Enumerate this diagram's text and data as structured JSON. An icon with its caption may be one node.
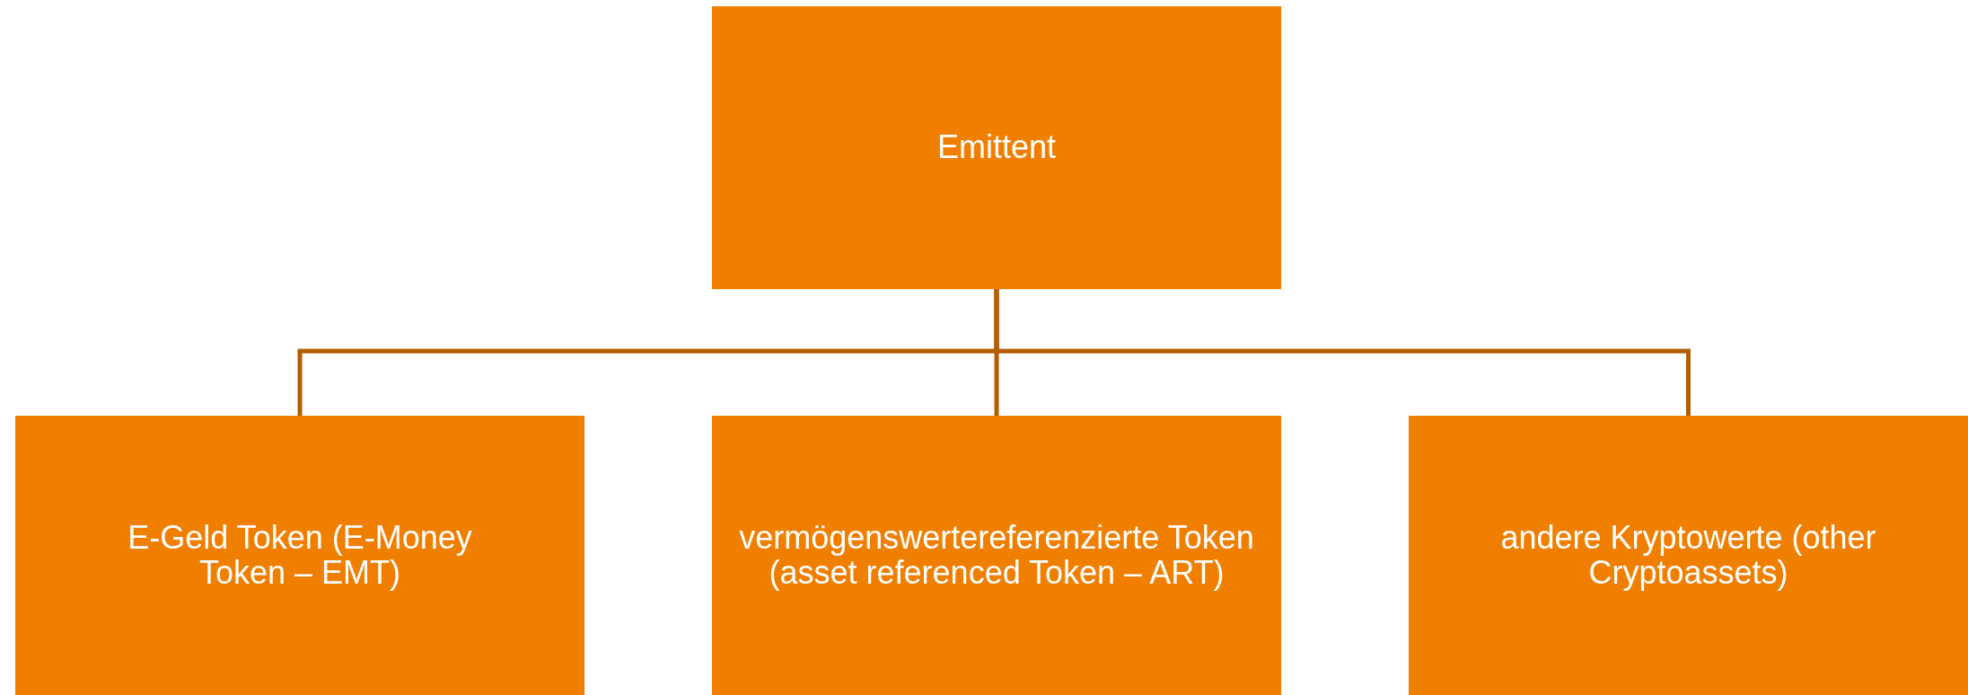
{
  "diagram": {
    "nodes": [
      {
        "text": [
          "Emittent"
        ]
      },
      {
        "text": [
          "E-Geld Token (E-Money Token – EMT)"
        ]
      },
      {
        "text": [
          "vermögenswertereferenzierte Token (asset referenced Token – ART)"
        ]
      },
      {
        "text": [
          "andere Kryptowerte (other Cryptoassets)"
        ]
      }
    ],
    "edges": [
      {
        "from": 0,
        "to": 1,
        "arrow": "none"
      },
      {
        "from": 0,
        "to": 2,
        "arrow": "none"
      },
      {
        "from": 0,
        "to": 3,
        "arrow": "none"
      }
    ]
  }
}
